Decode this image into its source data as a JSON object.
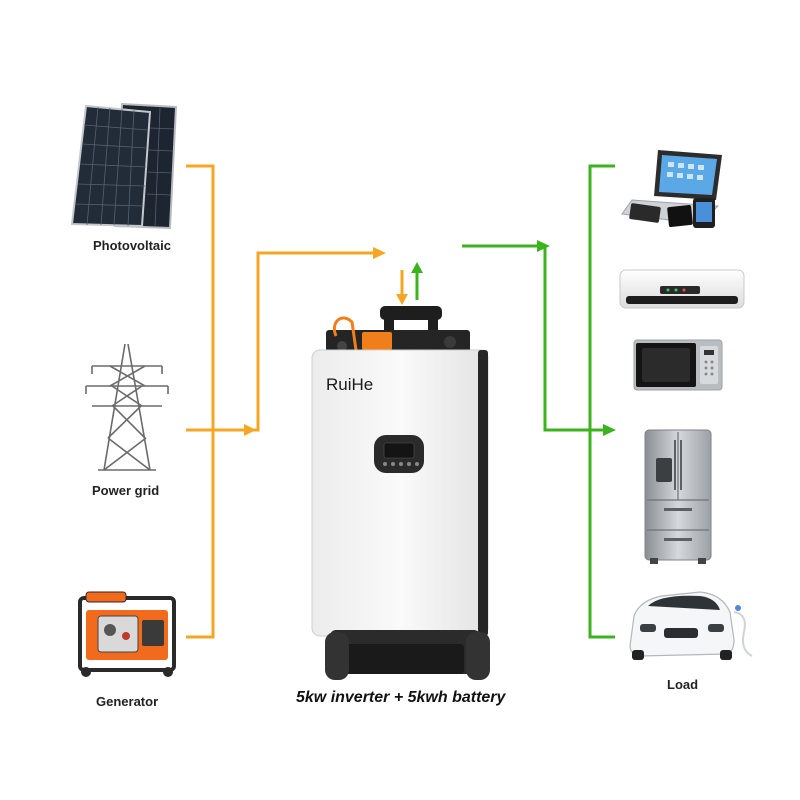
{
  "sources": [
    {
      "label": "Photovoltaic",
      "icon": "solar-panel-icon"
    },
    {
      "label": "Power grid",
      "icon": "transmission-tower-icon"
    },
    {
      "label": "Generator",
      "icon": "generator-icon"
    }
  ],
  "device": {
    "brand": "RuiHe",
    "caption": "5kw inverter + 5kwh battery"
  },
  "loads": {
    "label": "Load",
    "items": [
      "laptop-tablet-phone-icon",
      "air-conditioner-icon",
      "microwave-icon",
      "refrigerator-icon",
      "electric-car-icon"
    ]
  },
  "colors": {
    "input_flow": "#f5a623",
    "output_flow": "#3cb31e",
    "device_body": "#f2f2f2",
    "device_dark": "#1e1e1e"
  }
}
